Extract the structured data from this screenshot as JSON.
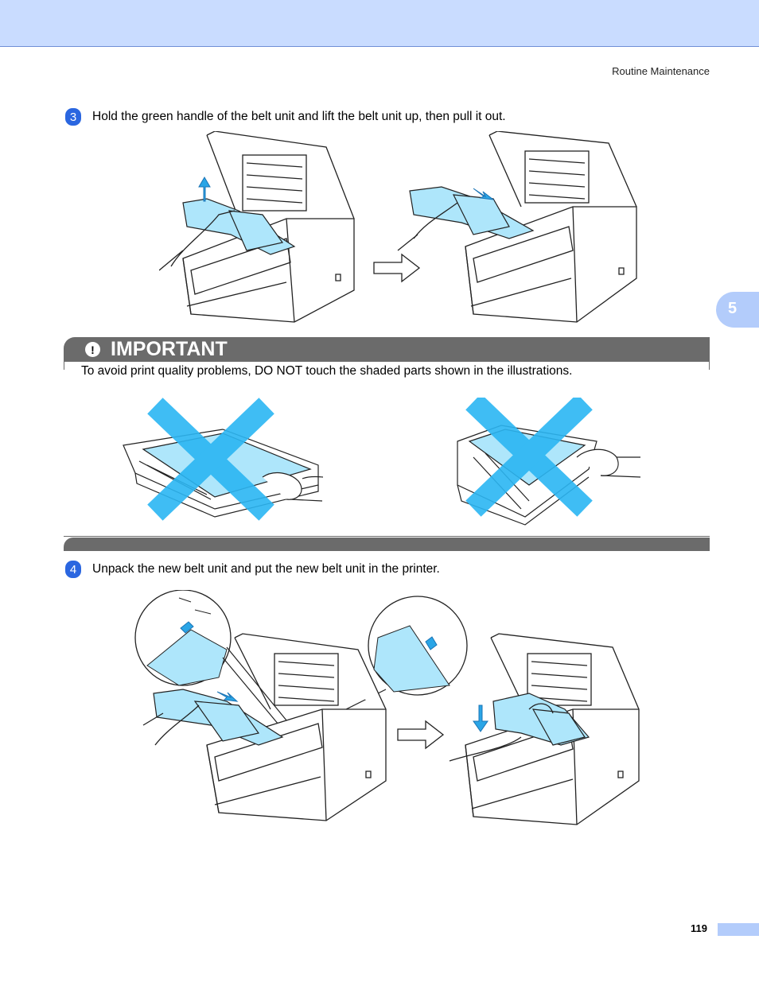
{
  "header": {
    "section_title": "Routine Maintenance"
  },
  "chapter_tab": {
    "number": "5"
  },
  "steps": [
    {
      "number": "3",
      "text": "Hold the green handle of the belt unit and lift the belt unit up, then pull it out."
    },
    {
      "number": "4",
      "text": "Unpack the new belt unit and put the new belt unit in the printer."
    }
  ],
  "important": {
    "title": "IMPORTANT",
    "icon": "exclamation-icon",
    "text": "To avoid print quality problems, DO NOT touch the shaded parts shown in the illustrations."
  },
  "footer": {
    "page_number": "119"
  },
  "colors": {
    "accent": "#b3ccfb",
    "header_band": "#c9dcff",
    "step_badge": "#2a66e0",
    "belt_blue": "#aee6fb",
    "cross_blue": "#2bb6f3",
    "important_bar": "#6b6b6b"
  }
}
